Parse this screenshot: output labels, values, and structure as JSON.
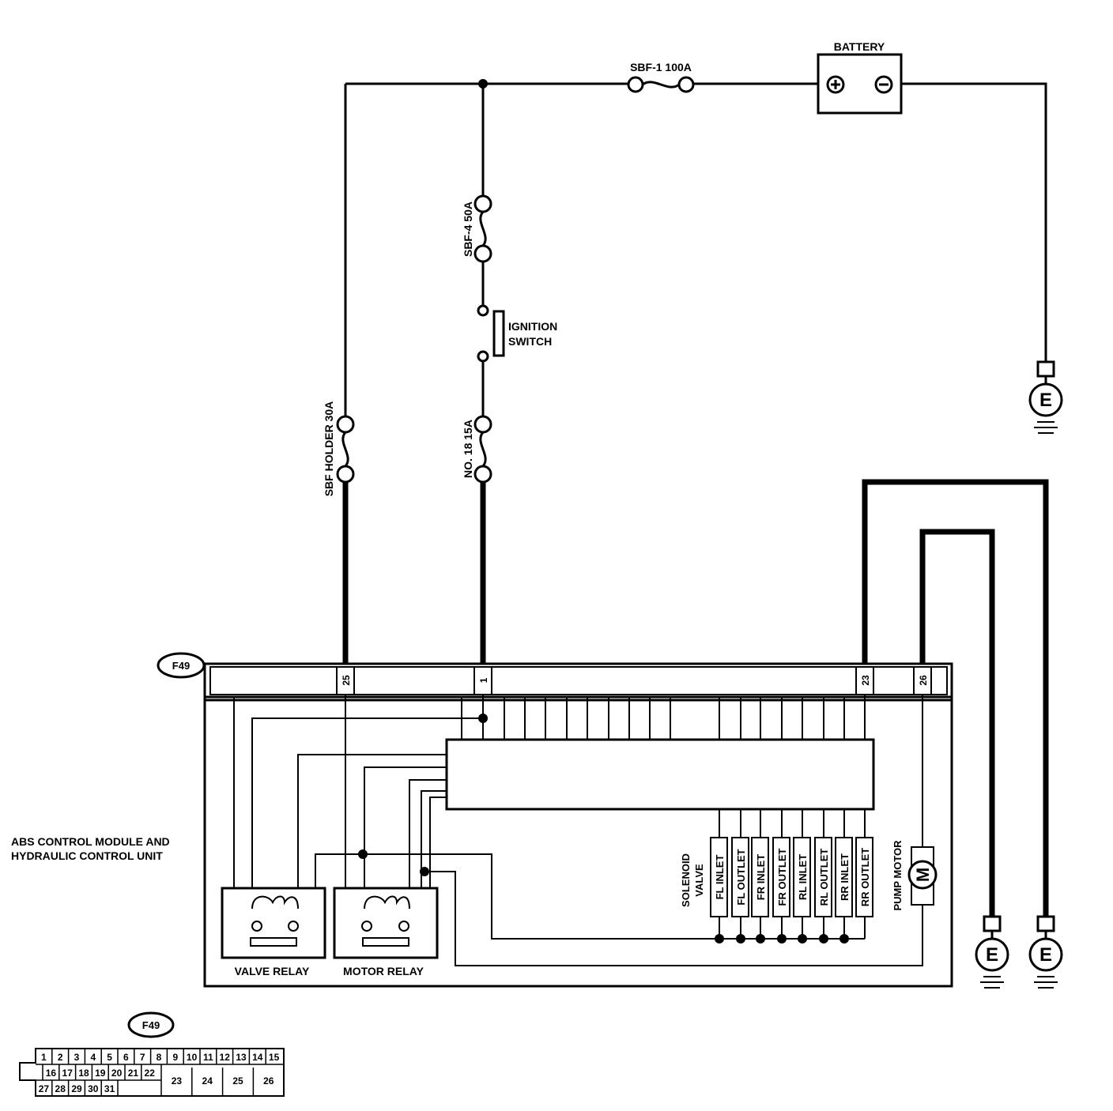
{
  "labels": {
    "battery": "BATTERY",
    "sbf1": "SBF-1 100A",
    "sbf4": "SBF-4 50A",
    "ignition_line1": "IGNITION",
    "ignition_line2": "SWITCH",
    "sbf_holder": "SBF HOLDER 30A",
    "no18": "NO. 18 15A",
    "module_line1": "ABS CONTROL MODULE AND",
    "module_line2": "HYDRAULIC CONTROL UNIT",
    "valve_relay": "VALVE RELAY",
    "motor_relay": "MOTOR RELAY",
    "solenoid_line1": "SOLENOID",
    "solenoid_line2": "VALVE",
    "pump_motor": "PUMP MOTOR",
    "motor_symbol": "M",
    "ground_symbol": "E",
    "plus": "+",
    "minus": "−"
  },
  "connector": {
    "id": "F49",
    "pins_top": [
      "25",
      "1",
      "23",
      "26"
    ],
    "row1": [
      "1",
      "2",
      "3",
      "4",
      "5",
      "6",
      "7",
      "8",
      "9",
      "10",
      "11",
      "12",
      "13",
      "14",
      "15"
    ],
    "row2": [
      "16",
      "17",
      "18",
      "19",
      "20",
      "21",
      "22"
    ],
    "row2_large": [
      "23",
      "24",
      "25",
      "26"
    ],
    "row3": [
      "27",
      "28",
      "29",
      "30",
      "31"
    ]
  },
  "solenoid_valves": [
    "FL INLET",
    "FL OUTLET",
    "FR INLET",
    "FR OUTLET",
    "RL INLET",
    "RL OUTLET",
    "RR INLET",
    "RR OUTLET"
  ],
  "colors": {
    "line": "#000000",
    "background": "#ffffff"
  }
}
